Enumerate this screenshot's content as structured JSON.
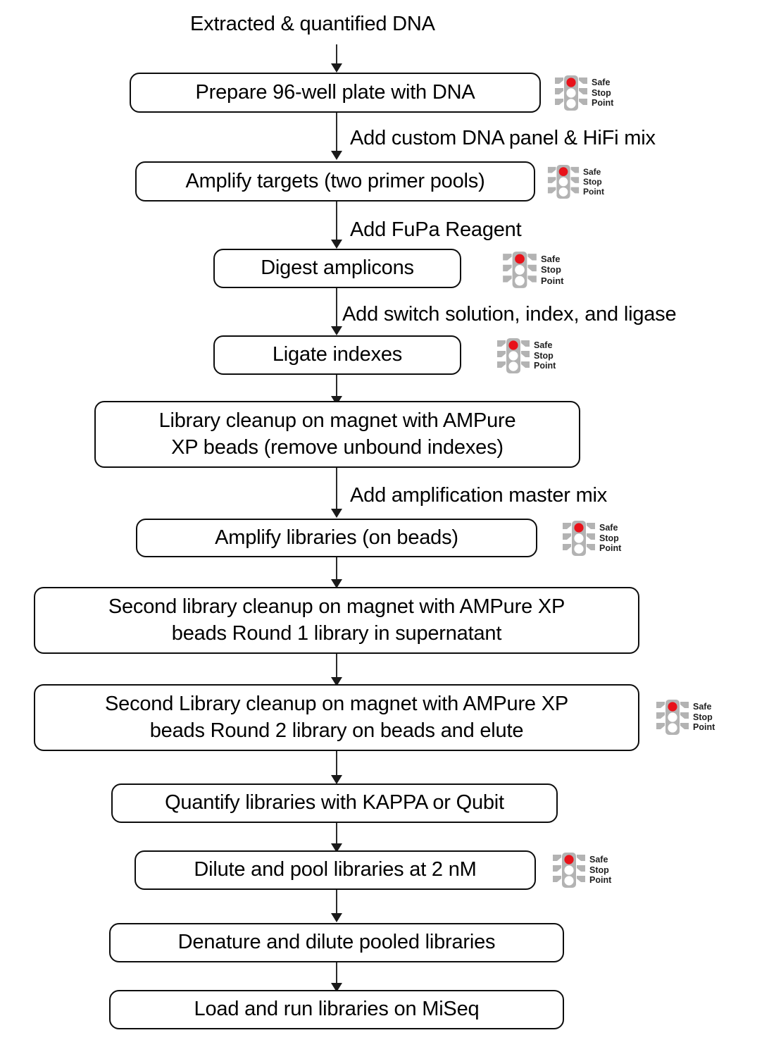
{
  "diagram": {
    "title": "Extracted & quantified DNA",
    "type": "flowchart",
    "orientation": "vertical",
    "colors": {
      "box_border": "#0d0d0d",
      "box_fill": "#ffffff",
      "connector": "#2b2b2b",
      "text": "#000000",
      "traffic_light_body": "#b3b3b3",
      "traffic_light_red": "#e8121a",
      "traffic_light_lamp_off": "#ffffff",
      "badge_text": "#1f1f1f"
    },
    "badge": {
      "icon": "traffic-light-icon",
      "line1": "Safe",
      "line2": "Stop",
      "line3": "Point"
    },
    "nodes": [
      {
        "id": "n1",
        "label": "Prepare 96-well plate with DNA",
        "safe_stop_point": true
      },
      {
        "id": "n2",
        "label": "Amplify targets (two primer pools)",
        "safe_stop_point": true
      },
      {
        "id": "n3",
        "label": "Digest amplicons",
        "safe_stop_point": true
      },
      {
        "id": "n4",
        "label": "Ligate indexes",
        "safe_stop_point": true
      },
      {
        "id": "n5",
        "line1": "Library cleanup on magnet with AMPure",
        "line2": "XP beads (remove unbound indexes)",
        "safe_stop_point": false
      },
      {
        "id": "n6",
        "label": "Amplify libraries (on beads)",
        "safe_stop_point": true
      },
      {
        "id": "n7",
        "line1": "Second library cleanup on magnet with AMPure XP",
        "line2": "beads Round 1 library in supernatant",
        "safe_stop_point": false
      },
      {
        "id": "n8",
        "line1": "Second Library cleanup on magnet with AMPure XP",
        "line2": "beads Round 2 library on beads and elute",
        "safe_stop_point": true
      },
      {
        "id": "n9",
        "label": "Quantify libraries with KAPPA or Qubit",
        "safe_stop_point": false
      },
      {
        "id": "n10",
        "label": "Dilute and pool libraries at 2 nM",
        "safe_stop_point": true
      },
      {
        "id": "n11",
        "label": "Denature and dilute pooled libraries",
        "safe_stop_point": false
      },
      {
        "id": "n12",
        "label": "Load and run libraries on MiSeq",
        "safe_stop_point": false
      }
    ],
    "edge_labels": [
      {
        "id": "e1",
        "text": "Add custom DNA panel & HiFi mix"
      },
      {
        "id": "e2",
        "text": "Add FuPa Reagent"
      },
      {
        "id": "e3",
        "text": "Add switch solution, index, and ligase"
      },
      {
        "id": "e4",
        "text": "Add amplification master mix"
      }
    ]
  }
}
